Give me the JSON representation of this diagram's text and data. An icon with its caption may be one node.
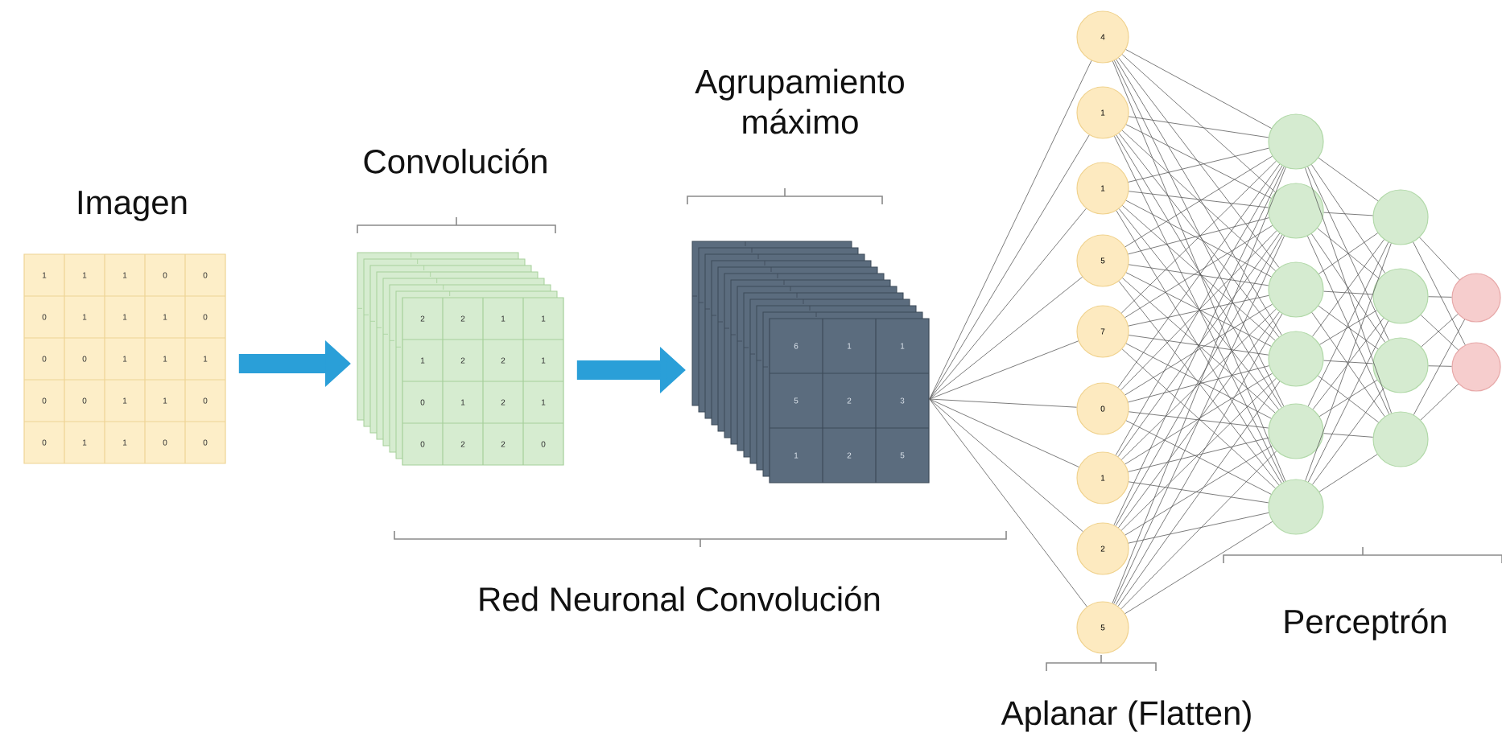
{
  "diagram": {
    "nodes": [
      {
        "text": [
          "1",
          "1",
          "1",
          "0",
          "0",
          "0",
          "1",
          "1",
          "1",
          "0",
          "0",
          "0",
          "1",
          "1",
          "1",
          "0",
          "0",
          "1",
          "1",
          "0",
          "0",
          "1",
          "1",
          "0",
          "0"
        ]
      },
      {
        "text": [
          "2",
          "2",
          "1",
          "1",
          "1",
          "2",
          "2",
          "1",
          "0",
          "1",
          "2",
          "1",
          "0",
          "2",
          "2",
          "0"
        ]
      },
      {
        "text": [
          "6",
          "1",
          "1",
          "5",
          "2",
          "3",
          "1",
          "2",
          "5"
        ]
      },
      {
        "text": [
          "4"
        ]
      },
      {
        "text": [
          "1"
        ]
      },
      {
        "text": [
          "1"
        ]
      },
      {
        "text": [
          "5"
        ]
      },
      {
        "text": [
          "7"
        ]
      },
      {
        "text": [
          "0"
        ]
      },
      {
        "text": [
          "1"
        ]
      },
      {
        "text": [
          "2"
        ]
      },
      {
        "text": [
          "5"
        ]
      },
      {
        "text": [],
        "shape": "circle"
      },
      {
        "text": [],
        "shape": "circle"
      },
      {
        "text": [],
        "shape": "circle"
      },
      {
        "text": [],
        "shape": "circle"
      },
      {
        "text": [],
        "shape": "circle"
      },
      {
        "text": [],
        "shape": "circle"
      },
      {
        "text": [],
        "shape": "circle"
      },
      {
        "text": [],
        "shape": "circle"
      },
      {
        "text": [],
        "shape": "circle"
      },
      {
        "text": [],
        "shape": "circle"
      },
      {
        "text": [],
        "shape": "circle"
      },
      {
        "text": [],
        "shape": "circle"
      }
    ],
    "edges": [
      {
        "from": 0,
        "to": 1,
        "arrow": "to",
        "style": "thick",
        "color": "#2a9fd8"
      },
      {
        "from": 1,
        "to": 2,
        "arrow": "to",
        "style": "thick",
        "color": "#2a9fd8"
      },
      {
        "from": 2,
        "to": 3,
        "arrow": "none"
      },
      {
        "from": 2,
        "to": 4,
        "arrow": "none"
      },
      {
        "from": 2,
        "to": 5,
        "arrow": "none"
      },
      {
        "from": 2,
        "to": 6,
        "arrow": "none"
      },
      {
        "from": 2,
        "to": 7,
        "arrow": "none"
      },
      {
        "from": 2,
        "to": 8,
        "arrow": "none"
      },
      {
        "from": 2,
        "to": 9,
        "arrow": "none"
      },
      {
        "from": 2,
        "to": 10,
        "arrow": "none"
      },
      {
        "from": 2,
        "to": 11,
        "arrow": "none"
      },
      {
        "from": 3,
        "to": 12,
        "arrow": "none"
      },
      {
        "from": 3,
        "to": 13,
        "arrow": "none"
      },
      {
        "from": 3,
        "to": 14,
        "arrow": "none"
      },
      {
        "from": 3,
        "to": 15,
        "arrow": "none"
      },
      {
        "from": 3,
        "to": 16,
        "arrow": "none"
      },
      {
        "from": 3,
        "to": 17,
        "arrow": "none"
      },
      {
        "from": 4,
        "to": 12,
        "arrow": "none"
      },
      {
        "from": 4,
        "to": 13,
        "arrow": "none"
      },
      {
        "from": 4,
        "to": 14,
        "arrow": "none"
      },
      {
        "from": 4,
        "to": 15,
        "arrow": "none"
      },
      {
        "from": 4,
        "to": 16,
        "arrow": "none"
      },
      {
        "from": 4,
        "to": 17,
        "arrow": "none"
      },
      {
        "from": 5,
        "to": 12,
        "arrow": "none"
      },
      {
        "from": 5,
        "to": 13,
        "arrow": "none"
      },
      {
        "from": 5,
        "to": 14,
        "arrow": "none"
      },
      {
        "from": 5,
        "to": 15,
        "arrow": "none"
      },
      {
        "from": 5,
        "to": 16,
        "arrow": "none"
      },
      {
        "from": 5,
        "to": 17,
        "arrow": "none"
      },
      {
        "from": 6,
        "to": 12,
        "arrow": "none"
      },
      {
        "from": 6,
        "to": 13,
        "arrow": "none"
      },
      {
        "from": 6,
        "to": 14,
        "arrow": "none"
      },
      {
        "from": 6,
        "to": 15,
        "arrow": "none"
      },
      {
        "from": 6,
        "to": 16,
        "arrow": "none"
      },
      {
        "from": 6,
        "to": 17,
        "arrow": "none"
      },
      {
        "from": 7,
        "to": 12,
        "arrow": "none"
      },
      {
        "from": 7,
        "to": 13,
        "arrow": "none"
      },
      {
        "from": 7,
        "to": 14,
        "arrow": "none"
      },
      {
        "from": 7,
        "to": 15,
        "arrow": "none"
      },
      {
        "from": 7,
        "to": 16,
        "arrow": "none"
      },
      {
        "from": 7,
        "to": 17,
        "arrow": "none"
      },
      {
        "from": 8,
        "to": 12,
        "arrow": "none"
      },
      {
        "from": 8,
        "to": 13,
        "arrow": "none"
      },
      {
        "from": 8,
        "to": 14,
        "arrow": "none"
      },
      {
        "from": 8,
        "to": 15,
        "arrow": "none"
      },
      {
        "from": 8,
        "to": 16,
        "arrow": "none"
      },
      {
        "from": 8,
        "to": 17,
        "arrow": "none"
      },
      {
        "from": 9,
        "to": 12,
        "arrow": "none"
      },
      {
        "from": 9,
        "to": 13,
        "arrow": "none"
      },
      {
        "from": 9,
        "to": 14,
        "arrow": "none"
      },
      {
        "from": 9,
        "to": 15,
        "arrow": "none"
      },
      {
        "from": 9,
        "to": 16,
        "arrow": "none"
      },
      {
        "from": 9,
        "to": 17,
        "arrow": "none"
      },
      {
        "from": 10,
        "to": 12,
        "arrow": "none"
      },
      {
        "from": 10,
        "to": 13,
        "arrow": "none"
      },
      {
        "from": 10,
        "to": 14,
        "arrow": "none"
      },
      {
        "from": 10,
        "to": 15,
        "arrow": "none"
      },
      {
        "from": 10,
        "to": 16,
        "arrow": "none"
      },
      {
        "from": 10,
        "to": 17,
        "arrow": "none"
      },
      {
        "from": 11,
        "to": 12,
        "arrow": "none"
      },
      {
        "from": 11,
        "to": 13,
        "arrow": "none"
      },
      {
        "from": 11,
        "to": 14,
        "arrow": "none"
      },
      {
        "from": 11,
        "to": 15,
        "arrow": "none"
      },
      {
        "from": 11,
        "to": 16,
        "arrow": "none"
      },
      {
        "from": 11,
        "to": 17,
        "arrow": "none"
      },
      {
        "from": 12,
        "to": 18,
        "arrow": "none"
      },
      {
        "from": 12,
        "to": 19,
        "arrow": "none"
      },
      {
        "from": 12,
        "to": 20,
        "arrow": "none"
      },
      {
        "from": 12,
        "to": 21,
        "arrow": "none"
      },
      {
        "from": 13,
        "to": 18,
        "arrow": "none"
      },
      {
        "from": 13,
        "to": 19,
        "arrow": "none"
      },
      {
        "from": 13,
        "to": 20,
        "arrow": "none"
      },
      {
        "from": 13,
        "to": 21,
        "arrow": "none"
      },
      {
        "from": 14,
        "to": 18,
        "arrow": "none"
      },
      {
        "from": 14,
        "to": 19,
        "arrow": "none"
      },
      {
        "from": 14,
        "to": 20,
        "arrow": "none"
      },
      {
        "from": 14,
        "to": 21,
        "arrow": "none"
      },
      {
        "from": 15,
        "to": 18,
        "arrow": "none"
      },
      {
        "from": 15,
        "to": 19,
        "arrow": "none"
      },
      {
        "from": 15,
        "to": 20,
        "arrow": "none"
      },
      {
        "from": 15,
        "to": 21,
        "arrow": "none"
      },
      {
        "from": 16,
        "to": 18,
        "arrow": "none"
      },
      {
        "from": 16,
        "to": 19,
        "arrow": "none"
      },
      {
        "from": 16,
        "to": 20,
        "arrow": "none"
      },
      {
        "from": 16,
        "to": 21,
        "arrow": "none"
      },
      {
        "from": 17,
        "to": 18,
        "arrow": "none"
      },
      {
        "from": 17,
        "to": 19,
        "arrow": "none"
      },
      {
        "from": 17,
        "to": 20,
        "arrow": "none"
      },
      {
        "from": 17,
        "to": 21,
        "arrow": "none"
      },
      {
        "from": 18,
        "to": 22,
        "arrow": "none"
      },
      {
        "from": 18,
        "to": 23,
        "arrow": "none"
      },
      {
        "from": 19,
        "to": 22,
        "arrow": "none"
      },
      {
        "from": 19,
        "to": 23,
        "arrow": "none"
      },
      {
        "from": 20,
        "to": 22,
        "arrow": "none"
      },
      {
        "from": 20,
        "to": 23,
        "arrow": "none"
      },
      {
        "from": 21,
        "to": 22,
        "arrow": "none"
      },
      {
        "from": 21,
        "to": 23,
        "arrow": "none"
      }
    ],
    "labels": [
      "Agrupamiento máximo",
      "Convolución",
      "Imagen",
      "Red Neuronal Convolución",
      "Perceptrón",
      "Aplanar (Flatten)"
    ]
  }
}
